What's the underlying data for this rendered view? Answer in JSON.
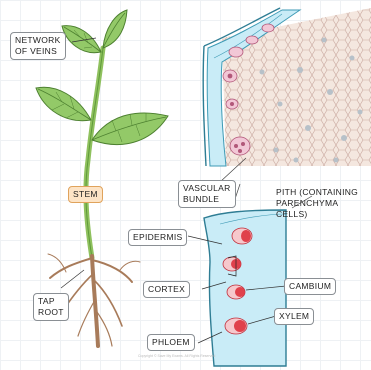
{
  "labels": {
    "network_of_veins": [
      "NETWORK",
      "OF VEINS"
    ],
    "stem": "STEM",
    "tap_root": [
      "TAP",
      "ROOT"
    ],
    "vascular_bundle": [
      "VASCULAR",
      "BUNDLE"
    ],
    "pith": [
      "PITH (CONTAINING",
      "PARENCHYMA",
      "CELLS)"
    ],
    "epidermis": "EPIDERMIS",
    "cortex": "CORTEX",
    "cambium": "CAMBIUM",
    "xylem": "XYLEM",
    "phloem": "PHLOEM"
  },
  "copyright": "Copyright © Save My Exams. All Rights Reserved",
  "colors": {
    "leaf": "#93c968",
    "leaf_dark": "#5e9a3a",
    "root": "#a87b5a",
    "pith_fill": "#f3e6de",
    "cortex": "#c9ecf7",
    "xylem": "#e0414b",
    "stem_tag": "#fde4c6"
  }
}
